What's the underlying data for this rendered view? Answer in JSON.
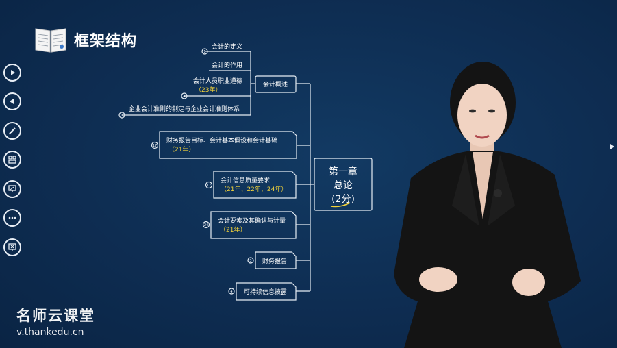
{
  "heading": {
    "title": "框架结构",
    "icon": "open-book-icon"
  },
  "sidebar": [
    {
      "name": "play-button",
      "icon": "play-icon"
    },
    {
      "name": "back-button",
      "icon": "back-triangle-icon"
    },
    {
      "name": "pen-button",
      "icon": "pen-icon"
    },
    {
      "name": "layout-button",
      "icon": "layout-icon"
    },
    {
      "name": "screen-button",
      "icon": "presentation-icon"
    },
    {
      "name": "more-button",
      "icon": "more-dots-icon"
    },
    {
      "name": "exit-button",
      "icon": "screen-close-icon"
    }
  ],
  "mindmap": {
    "root": {
      "line1": "第一章",
      "line2": "总论",
      "line3": "(2分)"
    },
    "group_overview": {
      "label": "会计概述",
      "children": [
        {
          "num": "1",
          "label": "会计的定义",
          "year": ""
        },
        {
          "num": "",
          "label": "会计的作用",
          "year": ""
        },
        {
          "num": "4",
          "label": "会计人员职业道德",
          "year": "（23年）"
        },
        {
          "num": "1",
          "label": "企业会计准则的制定与企业会计准则体系",
          "year": ""
        }
      ]
    },
    "branches": [
      {
        "num": "17",
        "label": "财务报告目标、会计基本假设和会计基础",
        "year": "（21年）"
      },
      {
        "num": "17",
        "label": "会计信息质量要求",
        "year": "（21年、22年、24年）"
      },
      {
        "num": "24",
        "label": "会计要素及其确认与计量",
        "year": "（21年）"
      },
      {
        "num": "3",
        "label": "财务报告",
        "year": ""
      },
      {
        "num": "4",
        "label": "可持续信息披露",
        "year": ""
      }
    ]
  },
  "brand": {
    "name": "名师云课堂",
    "url": "v.thankedu.cn"
  },
  "colors": {
    "background": "#0e2d52",
    "line": "#e6edf4",
    "highlight": "#f2d23a"
  }
}
